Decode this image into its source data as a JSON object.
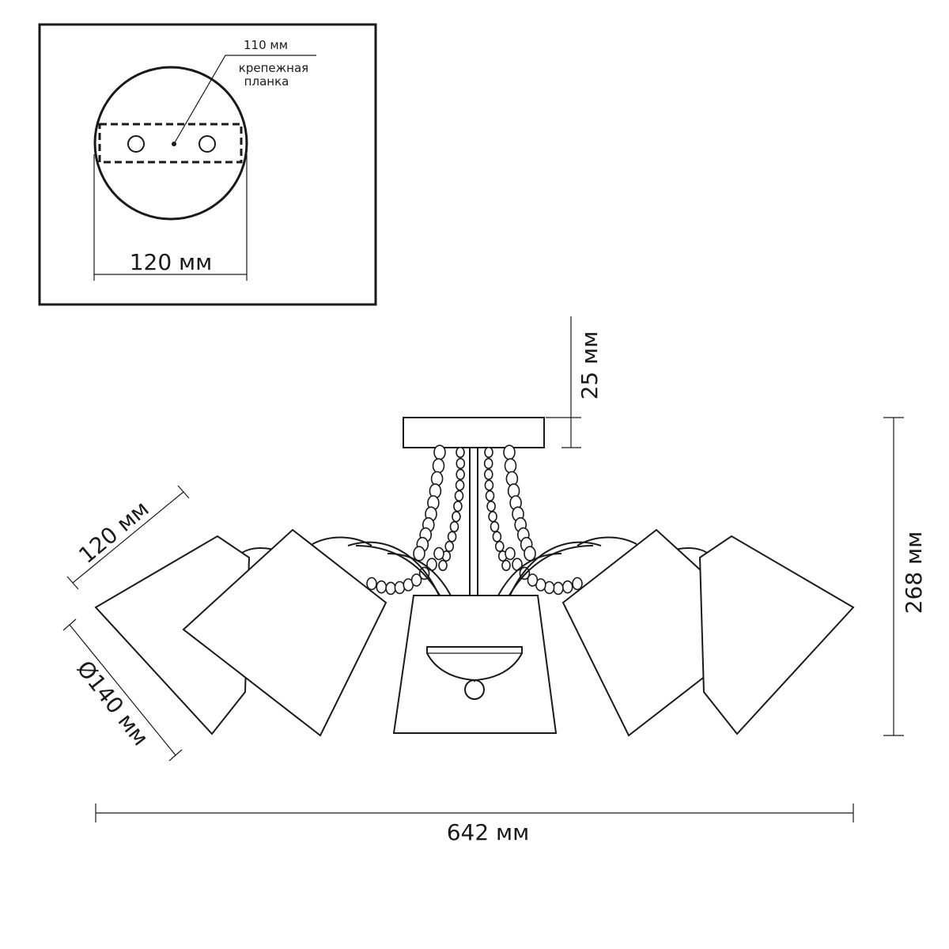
{
  "inset": {
    "strip_label": "110 мм",
    "plate_label_line1": "крепежная",
    "plate_label_line2": "планка",
    "canopy_width_label": "120 мм"
  },
  "dimensions": {
    "rod_height": "25 мм",
    "total_height": "268 мм",
    "shade_height": "120 мм",
    "shade_diameter": "Ø140 мм",
    "total_width": "642 мм"
  }
}
